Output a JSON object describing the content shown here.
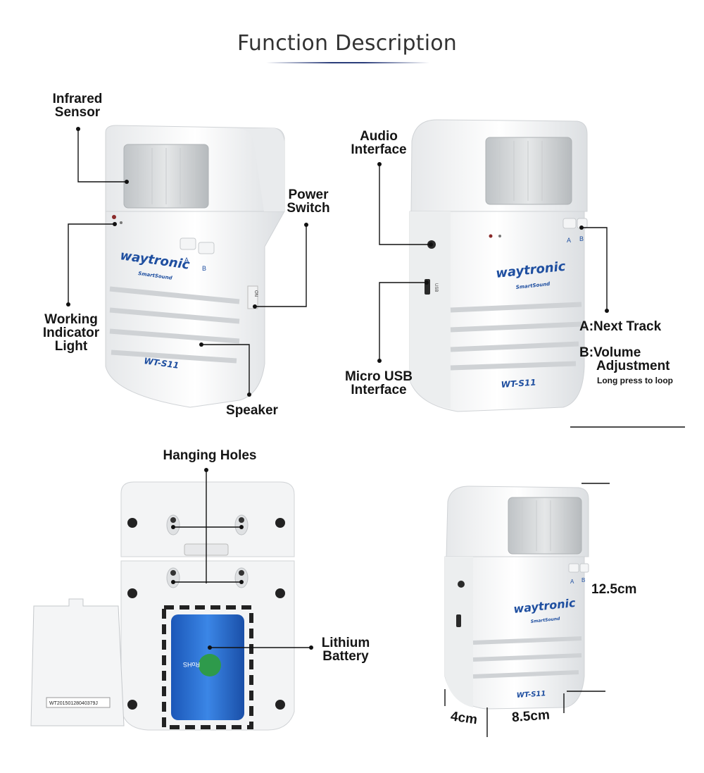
{
  "title": "Function Description",
  "labels": {
    "infrared_sensor": [
      "Infrared",
      "Sensor"
    ],
    "working_indicator": [
      "Working",
      "Indicator",
      "Light"
    ],
    "speaker": "Speaker",
    "power_switch": [
      "Power",
      "Switch"
    ],
    "audio_interface": [
      "Audio",
      "Interface"
    ],
    "micro_usb": [
      "Micro USB",
      "Interface"
    ],
    "next_track": "A:Next Track",
    "volume": [
      "B:Volume",
      "Adjustment"
    ],
    "long_press": "Long press to loop",
    "hanging_holes": "Hanging Holes",
    "lithium_battery": [
      "Lithium",
      "Battery"
    ]
  },
  "device": {
    "brand": "waytronic",
    "sub_brand": "SmartSound",
    "model": "WT-S11",
    "button_a": "A",
    "button_b": "B",
    "switch_text": "ON",
    "usb_text": "USB",
    "battery_mark": "RoHS",
    "battery_serial": "WT20150128040379J"
  },
  "dimensions": {
    "height": "12.5cm",
    "depth": "4cm",
    "width": "8.5cm"
  }
}
